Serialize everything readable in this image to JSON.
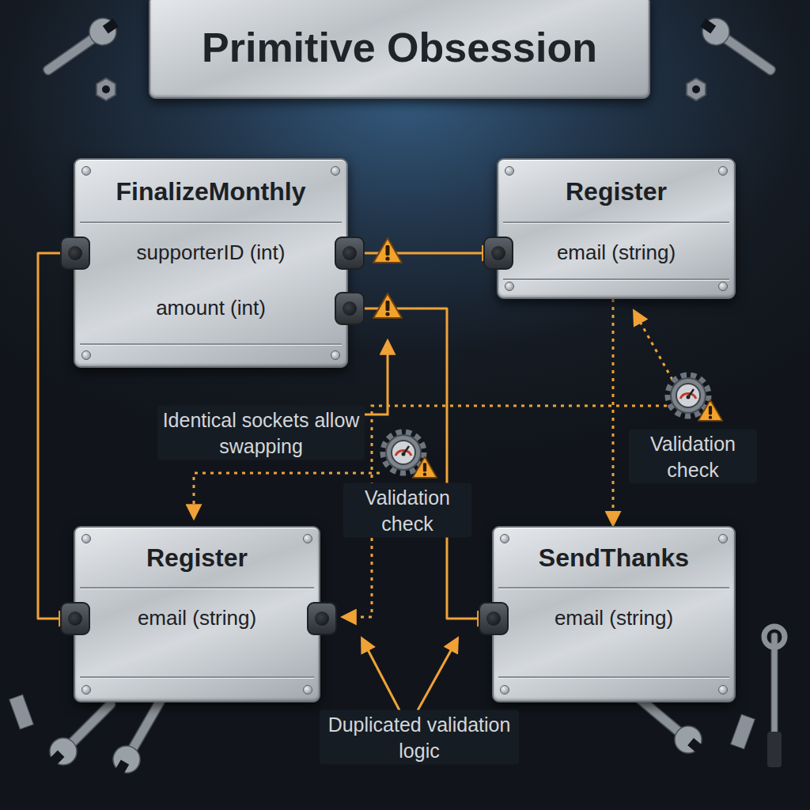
{
  "diagram": {
    "title": "Primitive Obsession",
    "nodes": [
      {
        "text": [
          "FinalizeMonthly",
          "supporterID (int)",
          "amount (int)"
        ]
      },
      {
        "text": [
          "Register",
          "email (string)"
        ]
      },
      {
        "text": [
          "Register",
          "email (string)"
        ]
      },
      {
        "text": [
          "SendThanks",
          "email (string)"
        ]
      }
    ],
    "edges": [
      {
        "from": 0,
        "to": 1,
        "arrow": "to"
      },
      {
        "from": 0,
        "to": 3,
        "arrow": "to"
      },
      {
        "from": 0,
        "to": 2,
        "arrow": "to"
      },
      {
        "from": 1,
        "to": 3,
        "arrow": "to"
      }
    ],
    "labels": [
      "Identical sockets allow swapping",
      "Validation check",
      "Validation check",
      "Duplicated validation logic"
    ]
  }
}
